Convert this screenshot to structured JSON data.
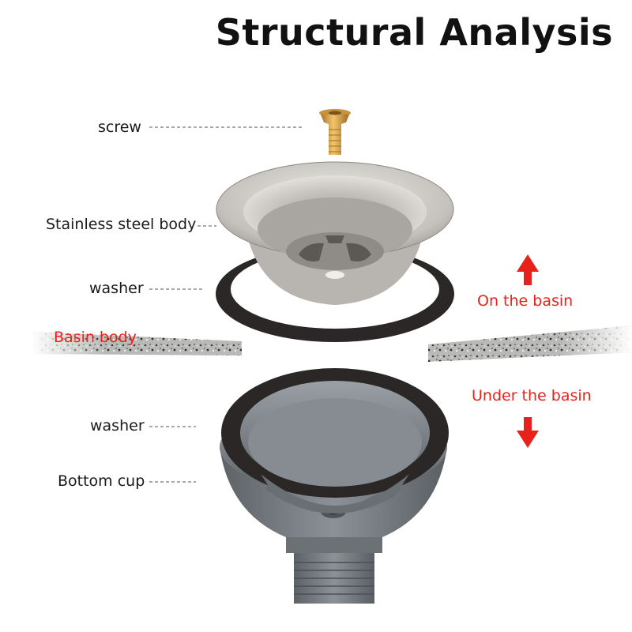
{
  "title": "Structural Analysis",
  "labels": {
    "screw": "screw",
    "stainless_body": "Stainless steel body",
    "washer_top": "washer",
    "basin_body": "Basin body",
    "on_basin": "On the basin",
    "under_basin": "Under the basin",
    "washer_bottom": "washer",
    "bottom_cup": "Bottom cup"
  },
  "colors": {
    "accent_red": "#e8221b",
    "steel": "#c9c6c1",
    "washer": "#2a2726",
    "cup": "#7d8389",
    "brass": "#d9a443"
  },
  "icons": {
    "up": "up-arrow-icon",
    "down": "down-arrow-icon"
  }
}
